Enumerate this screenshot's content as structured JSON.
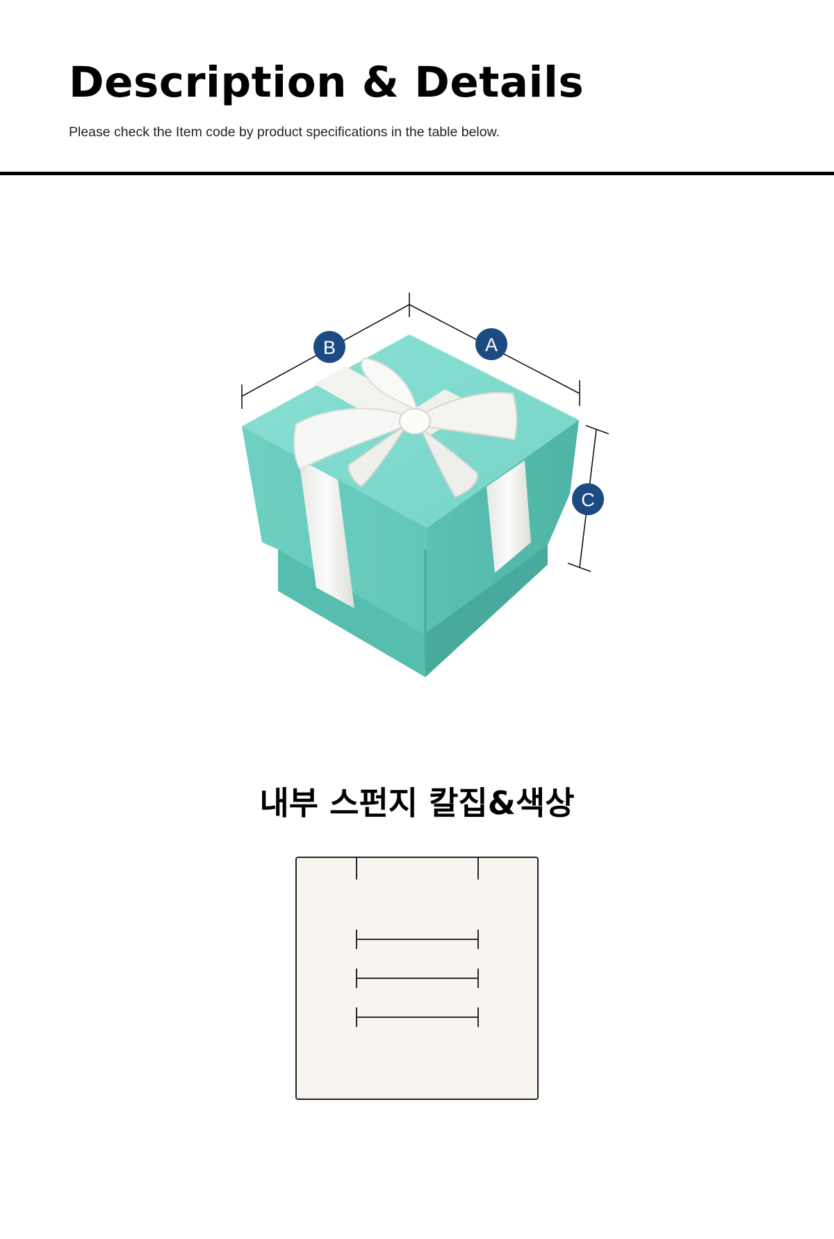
{
  "header": {
    "title": "Description & Details",
    "subtitle": "Please check the Item code by product specifications in the table below."
  },
  "product_figure": {
    "dimension_labels": {
      "a": "A",
      "b": "B",
      "c": "C"
    },
    "box_color": "#7fd8cc",
    "ribbon_color": "#f4f4f2",
    "badge_color": "#1e4a84"
  },
  "sponge_section": {
    "title": "내부 스펀지 칼집&색상",
    "sponge_color": "#f8f5f0"
  }
}
